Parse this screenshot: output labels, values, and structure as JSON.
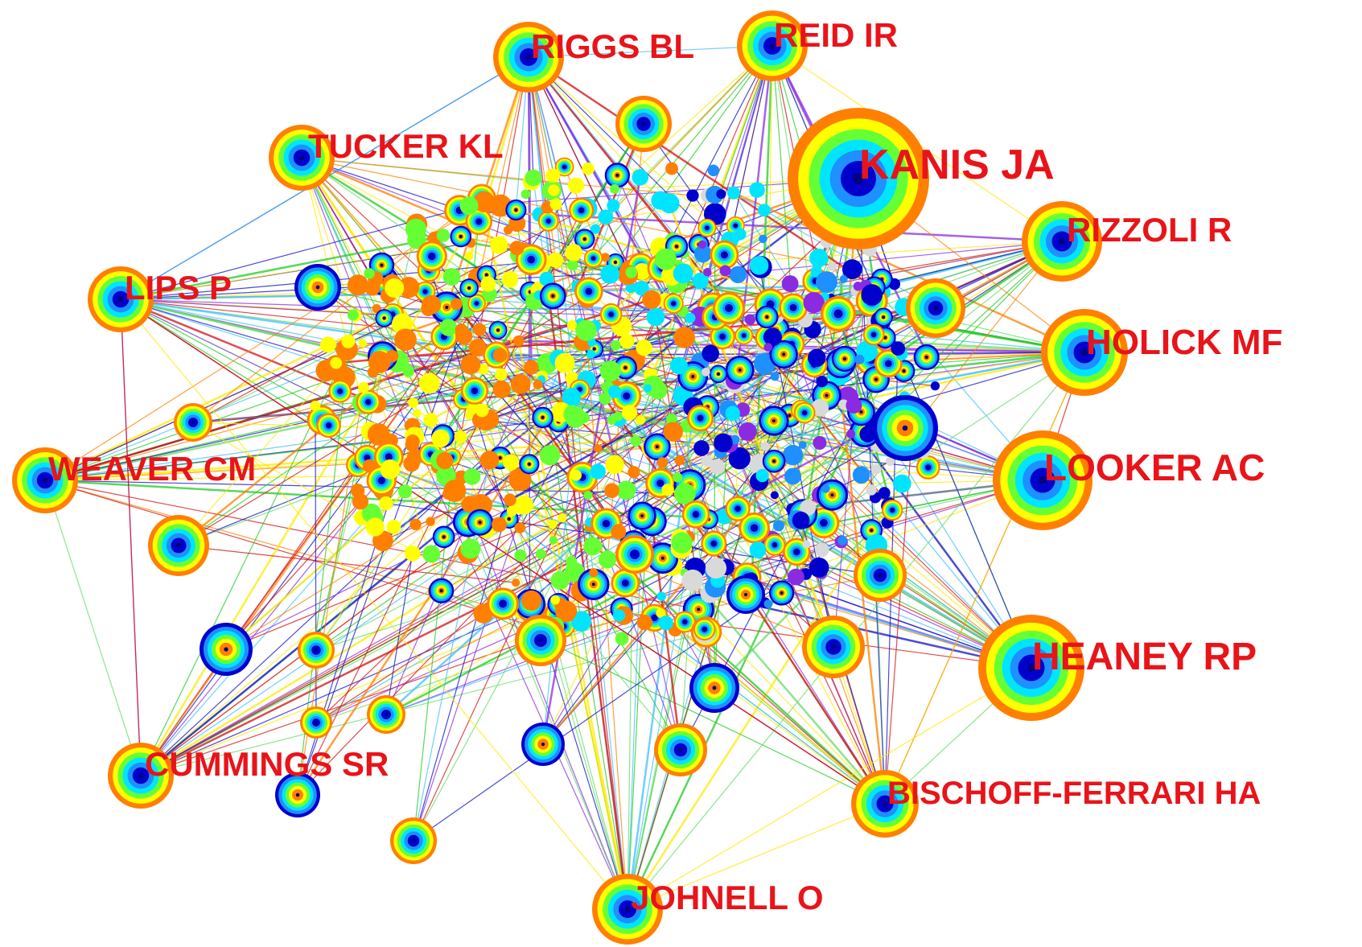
{
  "figure": {
    "type": "co-citation author network",
    "background": "#ffffff",
    "label_color": "#e8141a",
    "ring_palette": [
      "#ff7f00",
      "#ffff00",
      "#66ff33",
      "#00e5ff",
      "#1e90ff",
      "#0000cd"
    ],
    "edge_palette": [
      "#1010c8",
      "#22cc22",
      "#8a2be2",
      "#ff8000",
      "#d41010",
      "#40c0ff",
      "#ffea00",
      "#66dd66"
    ],
    "node_palette": [
      "#ff7f00",
      "#ffff00",
      "#66ff33",
      "#00e5ff",
      "#1e90ff",
      "#0000cd",
      "#8a2be2",
      "#d9d9d9"
    ]
  },
  "authors": [
    {
      "id": "kanis",
      "label": "KANIS JA"
    },
    {
      "id": "heaney",
      "label": "HEANEY RP"
    },
    {
      "id": "looker",
      "label": "LOOKER AC"
    },
    {
      "id": "holick",
      "label": "HOLICK MF"
    },
    {
      "id": "rizzoli",
      "label": "RIZZOLI R"
    },
    {
      "id": "reid",
      "label": "REID IR"
    },
    {
      "id": "riggs",
      "label": "RIGGS BL"
    },
    {
      "id": "tucker",
      "label": "TUCKER KL"
    },
    {
      "id": "lips",
      "label": "LIPS P"
    },
    {
      "id": "weaver",
      "label": "WEAVER CM"
    },
    {
      "id": "cummings",
      "label": "CUMMINGS SR"
    },
    {
      "id": "johnell",
      "label": "JOHNELL O"
    },
    {
      "id": "bischoff",
      "label": "BISCHOFF-FERRARI HA"
    }
  ]
}
